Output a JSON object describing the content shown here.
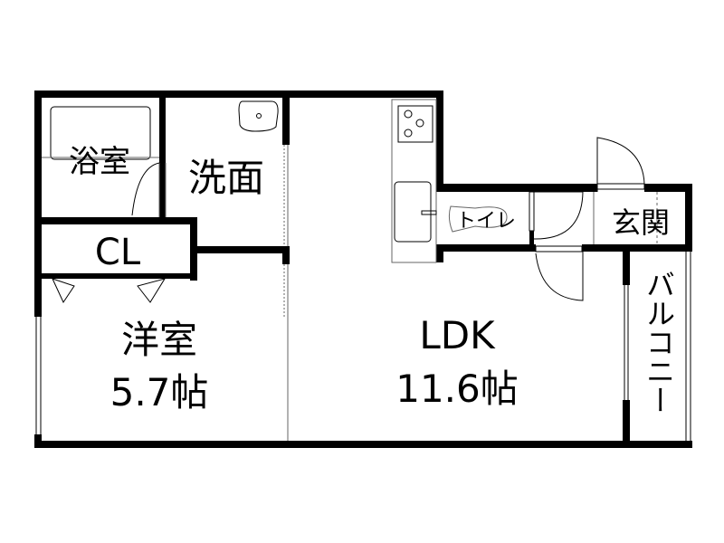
{
  "floor_plan": {
    "rooms": {
      "bath": {
        "label": "浴室"
      },
      "washroom": {
        "label": "洗面"
      },
      "closet": {
        "label": "CL"
      },
      "western_room": {
        "label": "洋室",
        "size": "5.7帖"
      },
      "ldk": {
        "label": "LDK",
        "size": "11.6帖"
      },
      "toilet": {
        "label": "トイレ"
      },
      "entrance": {
        "label": "玄関"
      },
      "balcony": {
        "label": "バルコニー"
      }
    },
    "colors": {
      "wall": "#000000",
      "background": "#ffffff"
    }
  }
}
